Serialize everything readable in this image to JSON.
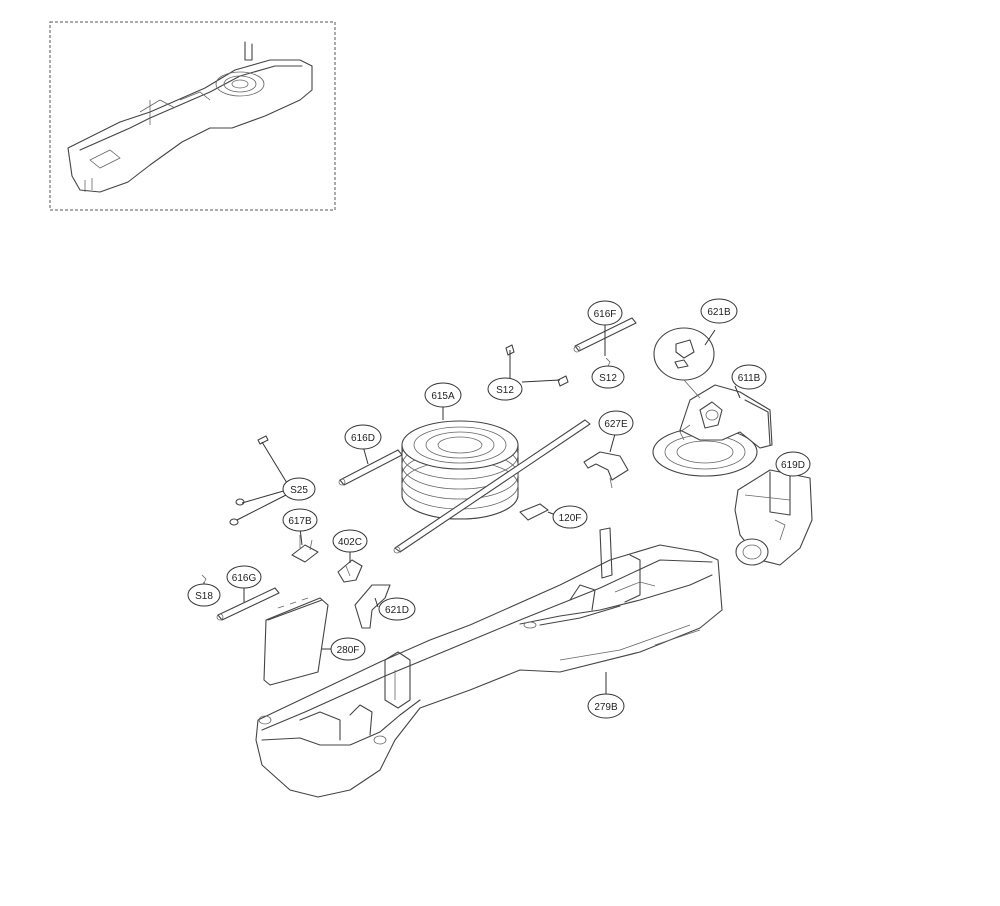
{
  "diagram": {
    "labels": {
      "p616F": "616F",
      "p621B": "621B",
      "p611B": "611B",
      "pS12a": "S12",
      "pS12b": "S12",
      "p615A": "615A",
      "p616D": "616D",
      "p627E": "627E",
      "p619D": "619D",
      "pS25": "S25",
      "p120F": "120F",
      "p617B": "617B",
      "p402C": "402C",
      "p616G": "616G",
      "pS18": "S18",
      "p621D": "621D",
      "p280F": "280F",
      "p279B": "279B"
    }
  }
}
